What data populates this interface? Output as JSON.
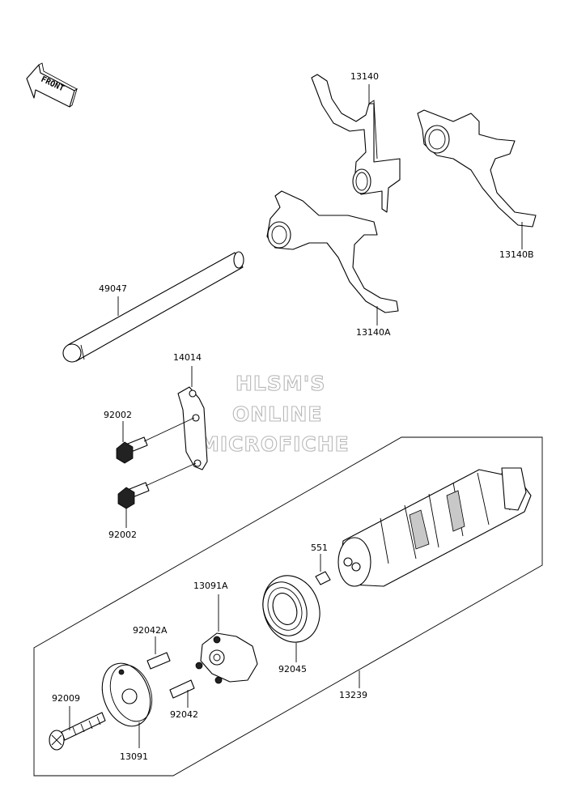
{
  "front_indicator": {
    "label": "FRONT"
  },
  "watermark": {
    "lines": [
      "HLSM'S",
      "ONLINE",
      "MICROFICHE"
    ]
  },
  "parts": {
    "p13140": "13140",
    "p13140B": "13140B",
    "p13140A": "13140A",
    "p49047": "49047",
    "p14014": "14014",
    "p92002_top": "92002",
    "p92002_bottom": "92002",
    "p551": "551",
    "p13091A": "13091A",
    "p92042A": "92042A",
    "p92045": "92045",
    "p13239": "13239",
    "p92009": "92009",
    "p92042": "92042",
    "p13091": "13091"
  }
}
